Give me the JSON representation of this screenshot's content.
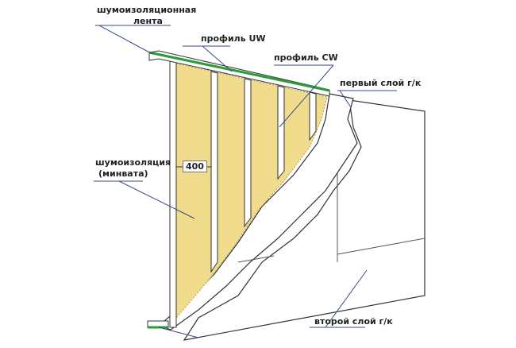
{
  "labels": {
    "tape_line1": "шумоизоляционная",
    "tape_line2": "лента",
    "profile_uw": "профиль UW",
    "profile_cw": "профиль CW",
    "first_layer": "первый слой г/к",
    "insulation_line1": "шумоизоляция",
    "insulation_line2": "(минвата)",
    "stud_spacing": "400",
    "second_layer": "второй слой г/к"
  },
  "colors": {
    "insulation": "#f0dc8c",
    "tape": "#2a9a3a",
    "leader": "#3a4a8a",
    "outline": "#333333"
  }
}
